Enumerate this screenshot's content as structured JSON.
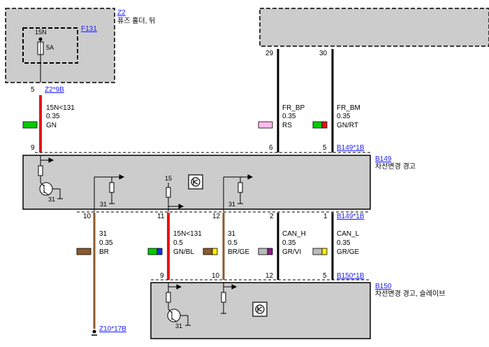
{
  "fuse_block": {
    "ref": "Z2",
    "desc": "퓨즈 홀더, 뒤",
    "fuse_ref": "F131",
    "fuse_circuit": "15N",
    "fuse_rating": "5A",
    "pin": "5",
    "connector": "Z2*9B"
  },
  "top_wires": [
    {
      "pin_top": "29",
      "name": "FR_BP",
      "gauge": "0.35",
      "color_code": "RS",
      "pin_bottom": "6",
      "color": "#000000"
    },
    {
      "pin_top": "30",
      "name": "FR_BM",
      "gauge": "0.35",
      "color_code": "GN/RT",
      "pin_bottom": "5",
      "color": "#000000"
    }
  ],
  "fuse_wire": {
    "name": "15N<131",
    "gauge": "0.35",
    "color_code": "GN",
    "pin_bottom": "9",
    "color": "#ee1111"
  },
  "b149": {
    "ref": "B149",
    "desc": "차선변경 경고",
    "connector_top": "B149*1B",
    "connector_bottom": "B149*1B",
    "ground_labels": [
      "31",
      "31",
      "31"
    ],
    "supply_label": "15"
  },
  "bottom_wires": [
    {
      "pin_top": "10",
      "name": "31",
      "gauge": "0.35",
      "color_code": "BR",
      "color": "#8b5a2b"
    },
    {
      "pin_top": "11",
      "name": "15N<131",
      "gauge": "0.5",
      "color_code": "GN/BL",
      "pin_bottom": "9",
      "color": "#ee1111"
    },
    {
      "pin_top": "12",
      "name": "31",
      "gauge": "0.5",
      "color_code": "BR/GE",
      "pin_bottom": "10",
      "color": "#8b5a2b"
    },
    {
      "pin_top": "2",
      "name": "CAN_H",
      "gauge": "0.35",
      "color_code": "GR/VI",
      "pin_bottom": "12",
      "color": "#000000"
    },
    {
      "pin_top": "1",
      "name": "CAN_L",
      "gauge": "0.35",
      "color_code": "GR/GE",
      "pin_bottom": "5",
      "color": "#000000"
    }
  ],
  "ground_connector": "Z10*17B",
  "b150": {
    "ref": "B150",
    "desc": "차선변경 경고, 슬레이브",
    "connector": "B150*1B",
    "ground_label": "31"
  }
}
